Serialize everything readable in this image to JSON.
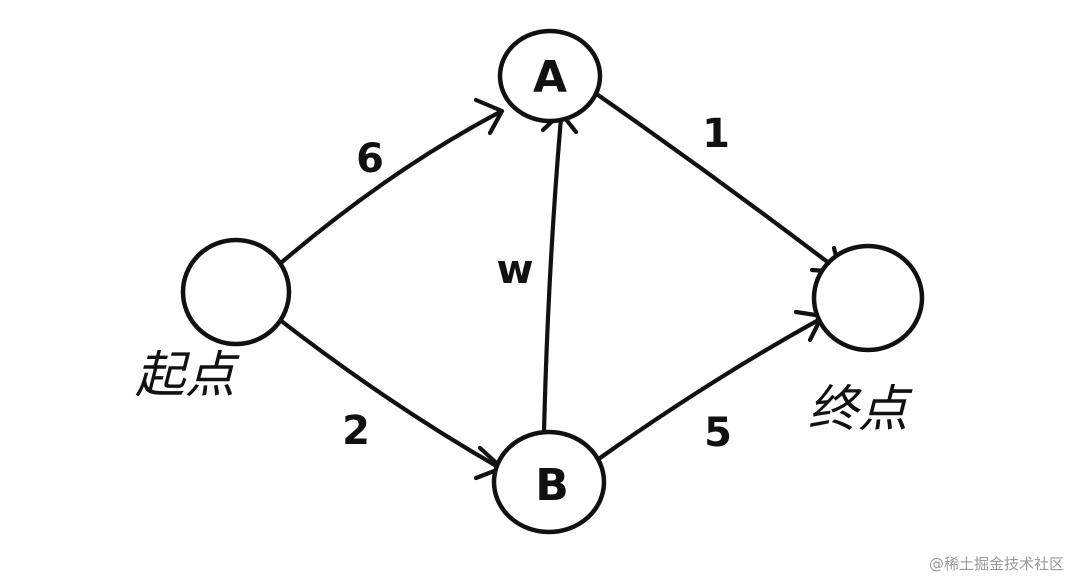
{
  "nodes": {
    "start": {
      "label": ""
    },
    "a": {
      "label": "A"
    },
    "b": {
      "label": "B"
    },
    "end": {
      "label": ""
    }
  },
  "edges": {
    "start_a": {
      "weight": "6"
    },
    "start_b": {
      "weight": "2"
    },
    "b_a": {
      "weight": "w"
    },
    "a_end": {
      "weight": "1"
    },
    "b_end": {
      "weight": "5"
    }
  },
  "labels": {
    "start": "起点",
    "end": "终点"
  },
  "watermark": "@稀土掘金技术社区"
}
